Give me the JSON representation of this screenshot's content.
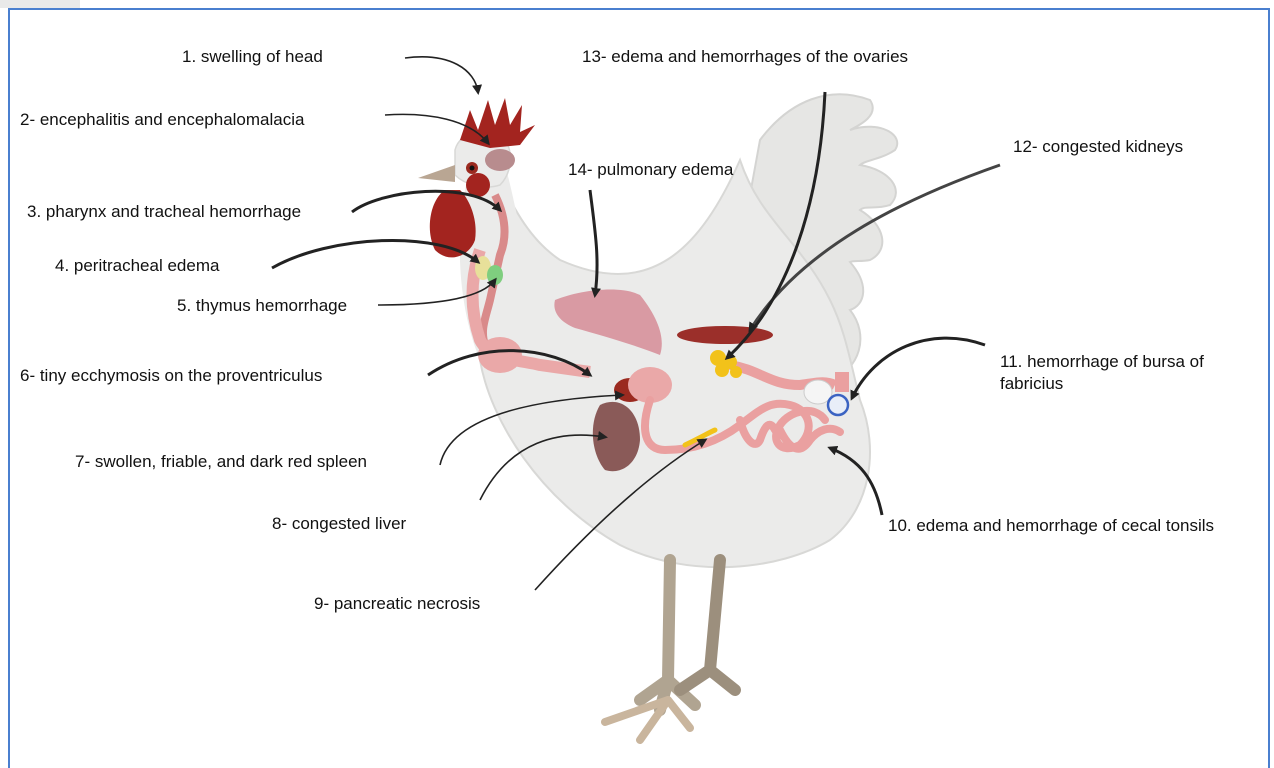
{
  "labels": {
    "l1": "1. swelling of head",
    "l2": "2- encephalitis and encephalomalacia",
    "l3": "3. pharynx and tracheal hemorrhage",
    "l4": "4. peritracheal edema",
    "l5": "5. thymus hemorrhage",
    "l6": "6- tiny ecchymosis on the proventriculus",
    "l7": "7- swollen, friable, and dark red spleen",
    "l8": "8- congested liver",
    "l9": "9- pancreatic necrosis",
    "l10": "10. edema and hemorrhage of cecal tonsils",
    "l11a": "11. hemorrhage of bursa of",
    "l11b": "fabricius",
    "l12": "12- congested kidneys",
    "l13": "13- edema and hemorrhages of the ovaries",
    "l14": "14- pulmonary edema"
  },
  "colors": {
    "frame": "#4a7fcf",
    "body": "#ebebea",
    "comb": "#a3241f",
    "organs": "#e8a3a3",
    "liver": "#8a5a58",
    "kidney": "#9b2f2a",
    "ovary": "#f2c21a",
    "lung": "#d99aa3",
    "legs": "#b0a491"
  }
}
